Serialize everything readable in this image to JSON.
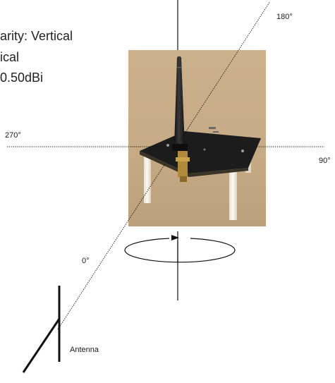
{
  "specs": {
    "line1": "arity: Vertical",
    "line2": "ical",
    "line3": "0.50dBi"
  },
  "angles": {
    "deg0": "0°",
    "deg90": "90°",
    "deg180": "180°",
    "deg270": "270°"
  },
  "antenna_label": "Antenna",
  "colors": {
    "axis": "#111111",
    "pcb": "#1e1e1e",
    "photo_bg": "#c9b08a",
    "antenna": "#202020"
  }
}
